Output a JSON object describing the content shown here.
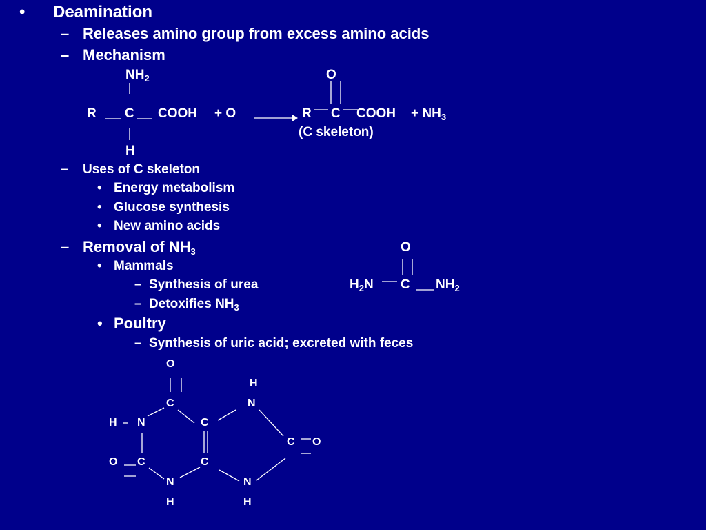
{
  "bullets": {
    "level1_marker": "•",
    "level2_marker": "–",
    "level3_marker": "•",
    "level4_marker": "–"
  },
  "outline": {
    "deamination": "Deamination",
    "releases": "Releases amino group from excess amino acids",
    "mechanism": "Mechanism",
    "uses": "Uses of C skeleton",
    "energy": "Energy metabolism",
    "glucose": "Glucose synthesis",
    "new_aa": "New amino acids",
    "removal": "Removal of NH",
    "removal_sub": "3",
    "mammals": "Mammals",
    "urea_synth": "Synthesis of urea",
    "detox": "Detoxifies NH",
    "detox_sub": "3",
    "poultry": "Poultry",
    "uric": "Synthesis of uric acid; excreted with feces"
  },
  "reaction": {
    "nh2": "NH",
    "nh2_sub": "2",
    "r1": "R",
    "c1": "C",
    "cooh1": "COOH",
    "plus_o": "+ O",
    "h1": "H",
    "o_top": "O",
    "r2": "R",
    "c2": "C",
    "cooh2": "COOH",
    "plus_nh3": "+ NH",
    "plus_nh3_sub": "3",
    "c_skeleton": "(C skeleton)"
  },
  "urea": {
    "o": "O",
    "h2n": "H",
    "h2n_sub": "2",
    "h2n_n": "N",
    "c": "C",
    "nh2": "NH",
    "nh2_sub": "2"
  },
  "uric_acid": {
    "o_top": "O",
    "h_top": "H",
    "c6": "C",
    "n7": "N",
    "h1": "H",
    "n1": "N",
    "c5": "C",
    "c8": "C",
    "o8": "O",
    "o2": "O",
    "c2": "C",
    "c4": "C",
    "n3": "N",
    "n9": "N",
    "h3": "H",
    "h9": "H"
  }
}
